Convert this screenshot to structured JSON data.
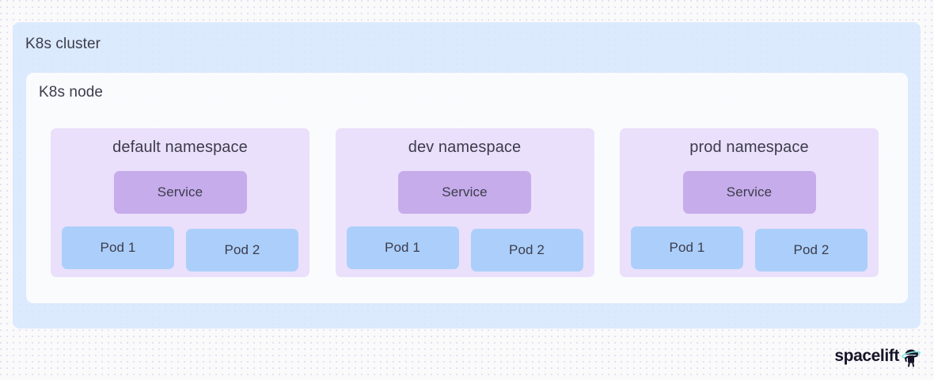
{
  "diagram": {
    "cluster": {
      "label": "K8s cluster",
      "color": "#dce9fb",
      "node": {
        "label": "K8s node",
        "color": "#fbfbfc",
        "namespaces": [
          {
            "title": "default namespace",
            "service": {
              "label": "Service"
            },
            "pods": [
              {
                "label": "Pod 1"
              },
              {
                "label": "Pod 2"
              }
            ]
          },
          {
            "title": "dev namespace",
            "service": {
              "label": "Service"
            },
            "pods": [
              {
                "label": "Pod 1"
              },
              {
                "label": "Pod 2"
              }
            ]
          },
          {
            "title": "prod namespace",
            "service": {
              "label": "Service"
            },
            "pods": [
              {
                "label": "Pod 1"
              },
              {
                "label": "Pod 2"
              }
            ]
          }
        ]
      }
    },
    "palette": {
      "background": "#fafafb",
      "dot_grid": "#dcd8ef",
      "cluster_fill": "#dce9fb",
      "node_fill": "#fbfbfc",
      "namespace_fill": "#e8ddf9",
      "service_fill": "#c6aceb",
      "pod_fill": "#aed2f8",
      "text": "#3c3c4c"
    }
  },
  "branding": {
    "wordmark": "spacelift",
    "mark_name": "astronaut-planet-icon",
    "mark_body_color": "#161427",
    "mark_ring_color": "#7ee8e0"
  }
}
